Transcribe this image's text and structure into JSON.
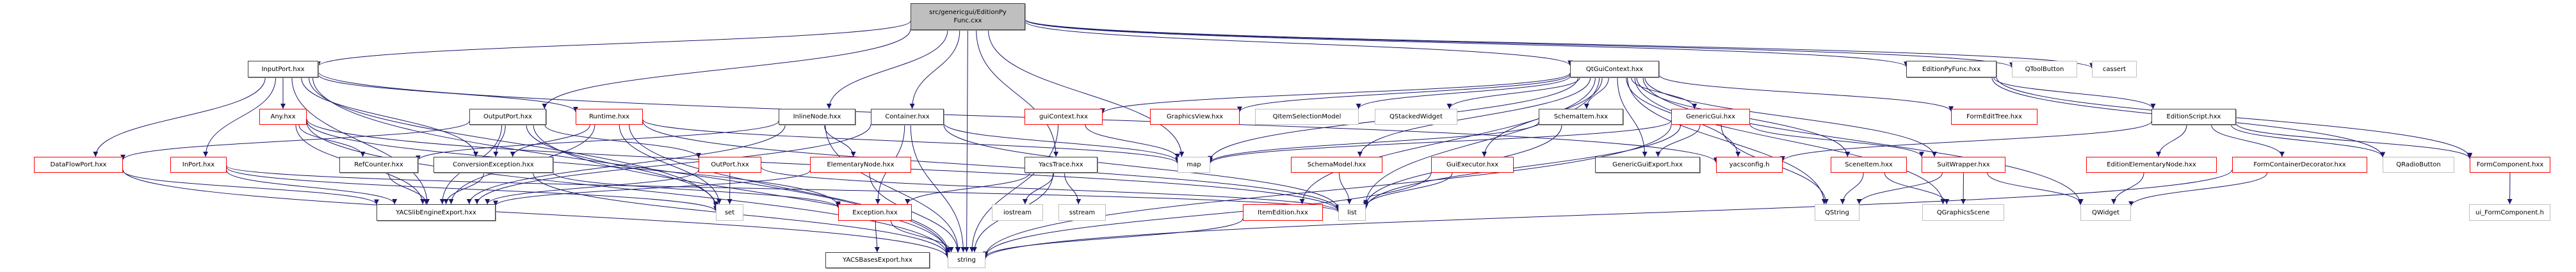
{
  "title": "src/genericgui/EditionPyFunc.cxx include dependency graph",
  "colors": {
    "edge": "#191970",
    "border_documented": "#404040",
    "border_incomplete": "#ff0000",
    "border_external": "#bfbfbf",
    "root_fill": "#bfbfbf"
  },
  "nodes": [
    {
      "id": "root",
      "label": "src/genericgui/EditionPy\nFunc.cxx",
      "kind": "root"
    },
    {
      "id": "InputPort",
      "label": "InputPort.hxx",
      "kind": "local"
    },
    {
      "id": "QtGuiContext",
      "label": "QtGuiContext.hxx",
      "kind": "local"
    },
    {
      "id": "EditionPyFuncHxx",
      "label": "EditionPyFunc.hxx",
      "kind": "local"
    },
    {
      "id": "QToolButton",
      "label": "QToolButton",
      "kind": "ext"
    },
    {
      "id": "cassert",
      "label": "cassert",
      "kind": "ext"
    },
    {
      "id": "Any",
      "label": "Any.hxx",
      "kind": "red"
    },
    {
      "id": "OutputPort",
      "label": "OutputPort.hxx",
      "kind": "local"
    },
    {
      "id": "Runtime",
      "label": "Runtime.hxx",
      "kind": "red"
    },
    {
      "id": "InlineNode",
      "label": "InlineNode.hxx",
      "kind": "local"
    },
    {
      "id": "Container",
      "label": "Container.hxx",
      "kind": "local"
    },
    {
      "id": "guiContext",
      "label": "guiContext.hxx",
      "kind": "red"
    },
    {
      "id": "GraphicsView",
      "label": "GraphicsView.hxx",
      "kind": "red"
    },
    {
      "id": "QItemSelectionModel",
      "label": "QItemSelectionModel",
      "kind": "ext"
    },
    {
      "id": "QStackedWidget",
      "label": "QStackedWidget",
      "kind": "ext"
    },
    {
      "id": "SchemaItem",
      "label": "SchemaItem.hxx",
      "kind": "local"
    },
    {
      "id": "GenericGui",
      "label": "GenericGui.hxx",
      "kind": "red"
    },
    {
      "id": "FormEditTree",
      "label": "FormEditTree.hxx",
      "kind": "red"
    },
    {
      "id": "EditionScript",
      "label": "EditionScript.hxx",
      "kind": "local"
    },
    {
      "id": "DataFlowPort",
      "label": "DataFlowPort.hxx",
      "kind": "red"
    },
    {
      "id": "InPort",
      "label": "InPort.hxx",
      "kind": "red"
    },
    {
      "id": "RefCounter",
      "label": "RefCounter.hxx",
      "kind": "local"
    },
    {
      "id": "ConversionException",
      "label": "ConversionException.hxx",
      "kind": "local"
    },
    {
      "id": "OutPort",
      "label": "OutPort.hxx",
      "kind": "red"
    },
    {
      "id": "ElementaryNode",
      "label": "ElementaryNode.hxx",
      "kind": "red"
    },
    {
      "id": "YacsTrace",
      "label": "YacsTrace.hxx",
      "kind": "local"
    },
    {
      "id": "map",
      "label": "map",
      "kind": "ext"
    },
    {
      "id": "SchemaModel",
      "label": "SchemaModel.hxx",
      "kind": "red"
    },
    {
      "id": "GuiExecutor",
      "label": "GuiExecutor.hxx",
      "kind": "red"
    },
    {
      "id": "GenericGuiExport",
      "label": "GenericGuiExport.hxx",
      "kind": "local"
    },
    {
      "id": "yacsconfig",
      "label": "yacsconfig.h",
      "kind": "red"
    },
    {
      "id": "SceneItem",
      "label": "SceneItem.hxx",
      "kind": "red"
    },
    {
      "id": "SuitWrapper",
      "label": "SuitWrapper.hxx",
      "kind": "red"
    },
    {
      "id": "EditionElementaryNode",
      "label": "EditionElementaryNode.hxx",
      "kind": "red"
    },
    {
      "id": "FormContainerDecorator",
      "label": "FormContainerDecorator.hxx",
      "kind": "red"
    },
    {
      "id": "QRadioButton",
      "label": "QRadioButton",
      "kind": "ext"
    },
    {
      "id": "FormComponent",
      "label": "FormComponent.hxx",
      "kind": "red"
    },
    {
      "id": "YACSlibEngineExport",
      "label": "YACSlibEngineExport.hxx",
      "kind": "local"
    },
    {
      "id": "set",
      "label": "set",
      "kind": "ext"
    },
    {
      "id": "Exception",
      "label": "Exception.hxx",
      "kind": "red"
    },
    {
      "id": "iostream",
      "label": "iostream",
      "kind": "ext"
    },
    {
      "id": "sstream",
      "label": "sstream",
      "kind": "ext"
    },
    {
      "id": "ItemEdition",
      "label": "ItemEdition.hxx",
      "kind": "red"
    },
    {
      "id": "list",
      "label": "list",
      "kind": "ext"
    },
    {
      "id": "QString",
      "label": "QString",
      "kind": "ext"
    },
    {
      "id": "QGraphicsScene",
      "label": "QGraphicsScene",
      "kind": "ext"
    },
    {
      "id": "QWidget",
      "label": "QWidget",
      "kind": "ext"
    },
    {
      "id": "ui_FormComponent",
      "label": "ui_FormComponent.h",
      "kind": "ext"
    },
    {
      "id": "YACSBasesExport",
      "label": "YACSBasesExport.hxx",
      "kind": "local"
    },
    {
      "id": "string",
      "label": "string",
      "kind": "ext"
    }
  ],
  "edges": [
    [
      "root",
      "InputPort"
    ],
    [
      "root",
      "OutputPort"
    ],
    [
      "root",
      "InlineNode"
    ],
    [
      "root",
      "Container"
    ],
    [
      "root",
      "YacsTrace"
    ],
    [
      "root",
      "QtGuiContext"
    ],
    [
      "root",
      "EditionPyFuncHxx"
    ],
    [
      "root",
      "QToolButton"
    ],
    [
      "root",
      "cassert"
    ],
    [
      "root",
      "map"
    ],
    [
      "root",
      "string"
    ],
    [
      "InputPort",
      "Any"
    ],
    [
      "InputPort",
      "DataFlowPort"
    ],
    [
      "InputPort",
      "InPort"
    ],
    [
      "InputPort",
      "ConversionException"
    ],
    [
      "InputPort",
      "Runtime"
    ],
    [
      "InputPort",
      "YACSlibEngineExport"
    ],
    [
      "InputPort",
      "set"
    ],
    [
      "InputPort",
      "string"
    ],
    [
      "InputPort",
      "yacsconfig"
    ],
    [
      "Any",
      "RefCounter"
    ],
    [
      "Any",
      "YACSlibEngineExport"
    ],
    [
      "Any",
      "Exception"
    ],
    [
      "Any",
      "string"
    ],
    [
      "Any",
      "list"
    ],
    [
      "OutputPort",
      "DataFlowPort"
    ],
    [
      "OutputPort",
      "ConversionException"
    ],
    [
      "OutputPort",
      "OutPort"
    ],
    [
      "OutputPort",
      "YACSlibEngineExport"
    ],
    [
      "OutputPort",
      "set"
    ],
    [
      "OutputPort",
      "string"
    ],
    [
      "Runtime",
      "ConversionException"
    ],
    [
      "Runtime",
      "YACSlibEngineExport"
    ],
    [
      "Runtime",
      "set"
    ],
    [
      "Runtime",
      "map"
    ],
    [
      "Runtime",
      "list"
    ],
    [
      "Runtime",
      "string"
    ],
    [
      "InlineNode",
      "ElementaryNode"
    ],
    [
      "InlineNode",
      "YACSlibEngineExport"
    ],
    [
      "InlineNode",
      "string"
    ],
    [
      "InlineNode",
      "RefCounter"
    ],
    [
      "Container",
      "Exception"
    ],
    [
      "Container",
      "YACSlibEngineExport"
    ],
    [
      "Container",
      "map"
    ],
    [
      "Container",
      "string"
    ],
    [
      "Container",
      "list"
    ],
    [
      "DataFlowPort",
      "YACSlibEngineExport"
    ],
    [
      "DataFlowPort",
      "string"
    ],
    [
      "InPort",
      "YACSlibEngineExport"
    ],
    [
      "InPort",
      "set"
    ],
    [
      "InPort",
      "list"
    ],
    [
      "RefCounter",
      "YACSlibEngineExport"
    ],
    [
      "ConversionException",
      "YACSlibEngineExport"
    ],
    [
      "ConversionException",
      "Exception"
    ],
    [
      "ConversionException",
      "string"
    ],
    [
      "OutPort",
      "set"
    ],
    [
      "OutPort",
      "YACSlibEngineExport"
    ],
    [
      "OutPort",
      "list"
    ],
    [
      "ElementaryNode",
      "YACSlibEngineExport"
    ],
    [
      "ElementaryNode",
      "string"
    ],
    [
      "YacsTrace",
      "Exception"
    ],
    [
      "YacsTrace",
      "iostream"
    ],
    [
      "YacsTrace",
      "sstream"
    ],
    [
      "YacsTrace",
      "string"
    ],
    [
      "Exception",
      "YACSBasesExport"
    ],
    [
      "Exception",
      "string"
    ],
    [
      "guiContext",
      "map"
    ],
    [
      "guiContext",
      "string"
    ],
    [
      "QtGuiContext",
      "guiContext"
    ],
    [
      "QtGuiContext",
      "GraphicsView"
    ],
    [
      "QtGuiContext",
      "QItemSelectionModel"
    ],
    [
      "QtGuiContext",
      "QStackedWidget"
    ],
    [
      "QtGuiContext",
      "SchemaItem"
    ],
    [
      "QtGuiContext",
      "GenericGui"
    ],
    [
      "QtGuiContext",
      "FormEditTree"
    ],
    [
      "QtGuiContext",
      "SchemaModel"
    ],
    [
      "QtGuiContext",
      "GuiExecutor"
    ],
    [
      "QtGuiContext",
      "ItemEdition"
    ],
    [
      "QtGuiContext",
      "yacsconfig"
    ],
    [
      "QtGuiContext",
      "SceneItem"
    ],
    [
      "QtGuiContext",
      "SuitWrapper"
    ],
    [
      "QtGuiContext",
      "QString"
    ],
    [
      "QtGuiContext",
      "QGraphicsScene"
    ],
    [
      "QtGuiContext",
      "QWidget"
    ],
    [
      "QtGuiContext",
      "map"
    ],
    [
      "QtGuiContext",
      "list"
    ],
    [
      "QtGuiContext",
      "GenericGuiExport"
    ],
    [
      "SchemaItem",
      "list"
    ],
    [
      "SchemaItem",
      "map"
    ],
    [
      "GenericGui",
      "GenericGuiExport"
    ],
    [
      "GenericGui",
      "SuitWrapper"
    ],
    [
      "GenericGui",
      "QString"
    ],
    [
      "GenericGui",
      "list"
    ],
    [
      "GenericGui",
      "string"
    ],
    [
      "GenericGui",
      "map"
    ],
    [
      "SchemaModel",
      "list"
    ],
    [
      "GuiExecutor",
      "list"
    ],
    [
      "GuiExecutor",
      "string"
    ],
    [
      "ItemEdition",
      "string"
    ],
    [
      "SceneItem",
      "QString"
    ],
    [
      "SceneItem",
      "QGraphicsScene"
    ],
    [
      "SuitWrapper",
      "QString"
    ],
    [
      "SuitWrapper",
      "QGraphicsScene"
    ],
    [
      "SuitWrapper",
      "QWidget"
    ],
    [
      "EditionPyFuncHxx",
      "EditionScript"
    ],
    [
      "EditionPyFuncHxx",
      "QRadioButton"
    ],
    [
      "EditionPyFuncHxx",
      "FormComponent"
    ],
    [
      "EditionScript",
      "EditionElementaryNode"
    ],
    [
      "EditionScript",
      "FormContainerDecorator"
    ],
    [
      "EditionScript",
      "QRadioButton"
    ],
    [
      "EditionScript",
      "FormComponent"
    ],
    [
      "EditionScript",
      "yacsconfig"
    ],
    [
      "EditionElementaryNode",
      "QWidget"
    ],
    [
      "FormContainerDecorator",
      "QWidget"
    ],
    [
      "FormContainerDecorator",
      "string"
    ],
    [
      "FormComponent",
      "ui_FormComponent"
    ]
  ]
}
